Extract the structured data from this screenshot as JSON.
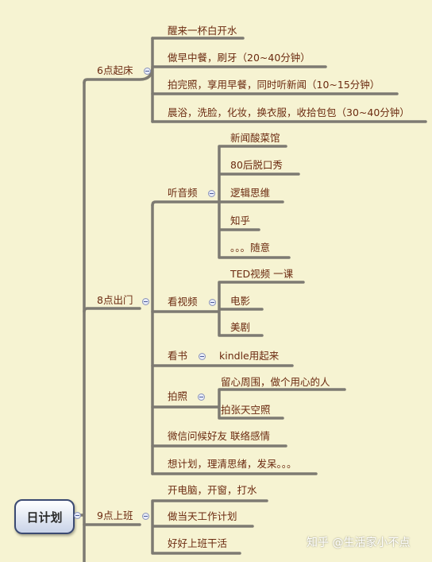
{
  "root": {
    "label": "日计划"
  },
  "branches": {
    "wake": {
      "label": "6点起床",
      "items": [
        "醒来一杯白开水",
        "做早中餐，刷牙（20~40分钟）",
        "拍完照，享用早餐，同时听新闻（10~15分钟）",
        "晨浴，洗脸，化妆，换衣服，收拾包包（30~40分钟）"
      ]
    },
    "out": {
      "label": "8点出门",
      "audio": {
        "label": "听音频",
        "items": [
          "新闻酸菜馆",
          "80后脱口秀",
          "逻辑思维",
          "知乎",
          "。。。随意"
        ]
      },
      "video": {
        "label": "看视频",
        "items": [
          "TED视频 一课",
          "电影",
          "美剧"
        ]
      },
      "book": {
        "label": "看书",
        "item": "kindle用起来"
      },
      "photo": {
        "label": "拍照",
        "items": [
          "留心周围，做个用心的人",
          "拍张天空照"
        ]
      },
      "wechat": "微信问候好友 联络感情",
      "plan": "想计划，理清思绪，发呆。。。"
    },
    "work": {
      "label": "9点上班",
      "items": [
        "开电脑，开窗，打水",
        "做当天工作计划",
        "好好上班干活"
      ]
    }
  },
  "watermark": "知乎 @生活家小不点",
  "colors": {
    "background": "#f6f3d2",
    "line": "#7d7a72",
    "text": "#6b2a10",
    "root_border": "#3b4a72"
  }
}
